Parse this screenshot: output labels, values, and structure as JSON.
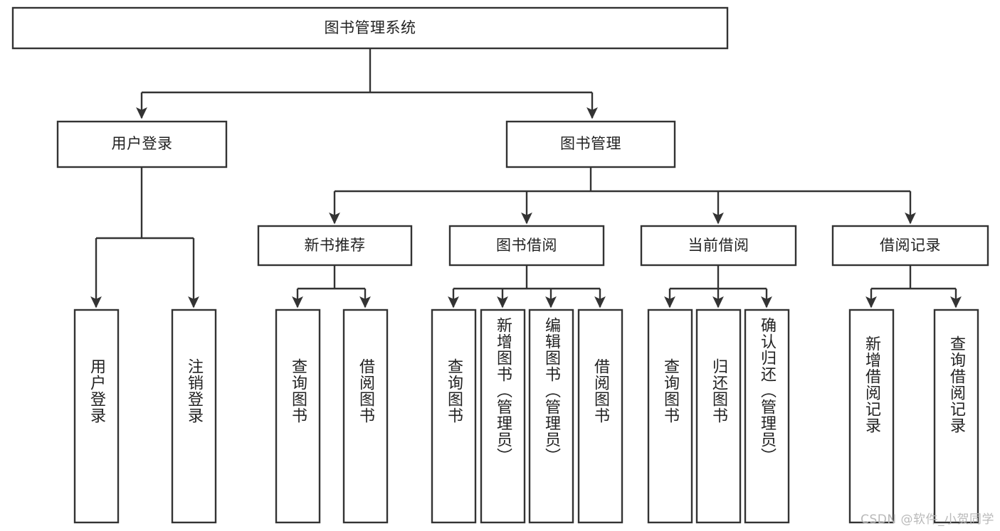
{
  "diagram": {
    "type": "tree-hierarchy-chart",
    "title": "图书管理系统",
    "watermark": "CSDN @软件_小贺同学",
    "colors": {
      "stroke": "#333333",
      "box_fill": "#ffffff",
      "text": "#222222",
      "background": "#ffffff",
      "watermark": "#b9b9b9"
    },
    "root": {
      "label": "图书管理系统"
    },
    "level1": [
      {
        "label": "用户登录"
      },
      {
        "label": "图书管理"
      }
    ],
    "level2": [
      {
        "label": "新书推荐"
      },
      {
        "label": "图书借阅"
      },
      {
        "label": "当前借阅"
      },
      {
        "label": "借阅记录"
      }
    ],
    "leaves": {
      "user_login": [
        {
          "label": "用户登录"
        },
        {
          "label": "注销登录"
        }
      ],
      "new_book_recommend": [
        {
          "label": "查询图书"
        },
        {
          "label": "借阅图书"
        }
      ],
      "book_borrow": [
        {
          "label": "查询图书"
        },
        {
          "label": "新增图书（管理员）"
        },
        {
          "label": "编辑图书（管理员）"
        },
        {
          "label": "借阅图书"
        }
      ],
      "current_borrow": [
        {
          "label": "查询图书"
        },
        {
          "label": "归还图书"
        },
        {
          "label": "确认归还（管理员）"
        }
      ],
      "borrow_record": [
        {
          "label": "新增借阅记录"
        },
        {
          "label": "查询借阅记录"
        }
      ]
    }
  }
}
